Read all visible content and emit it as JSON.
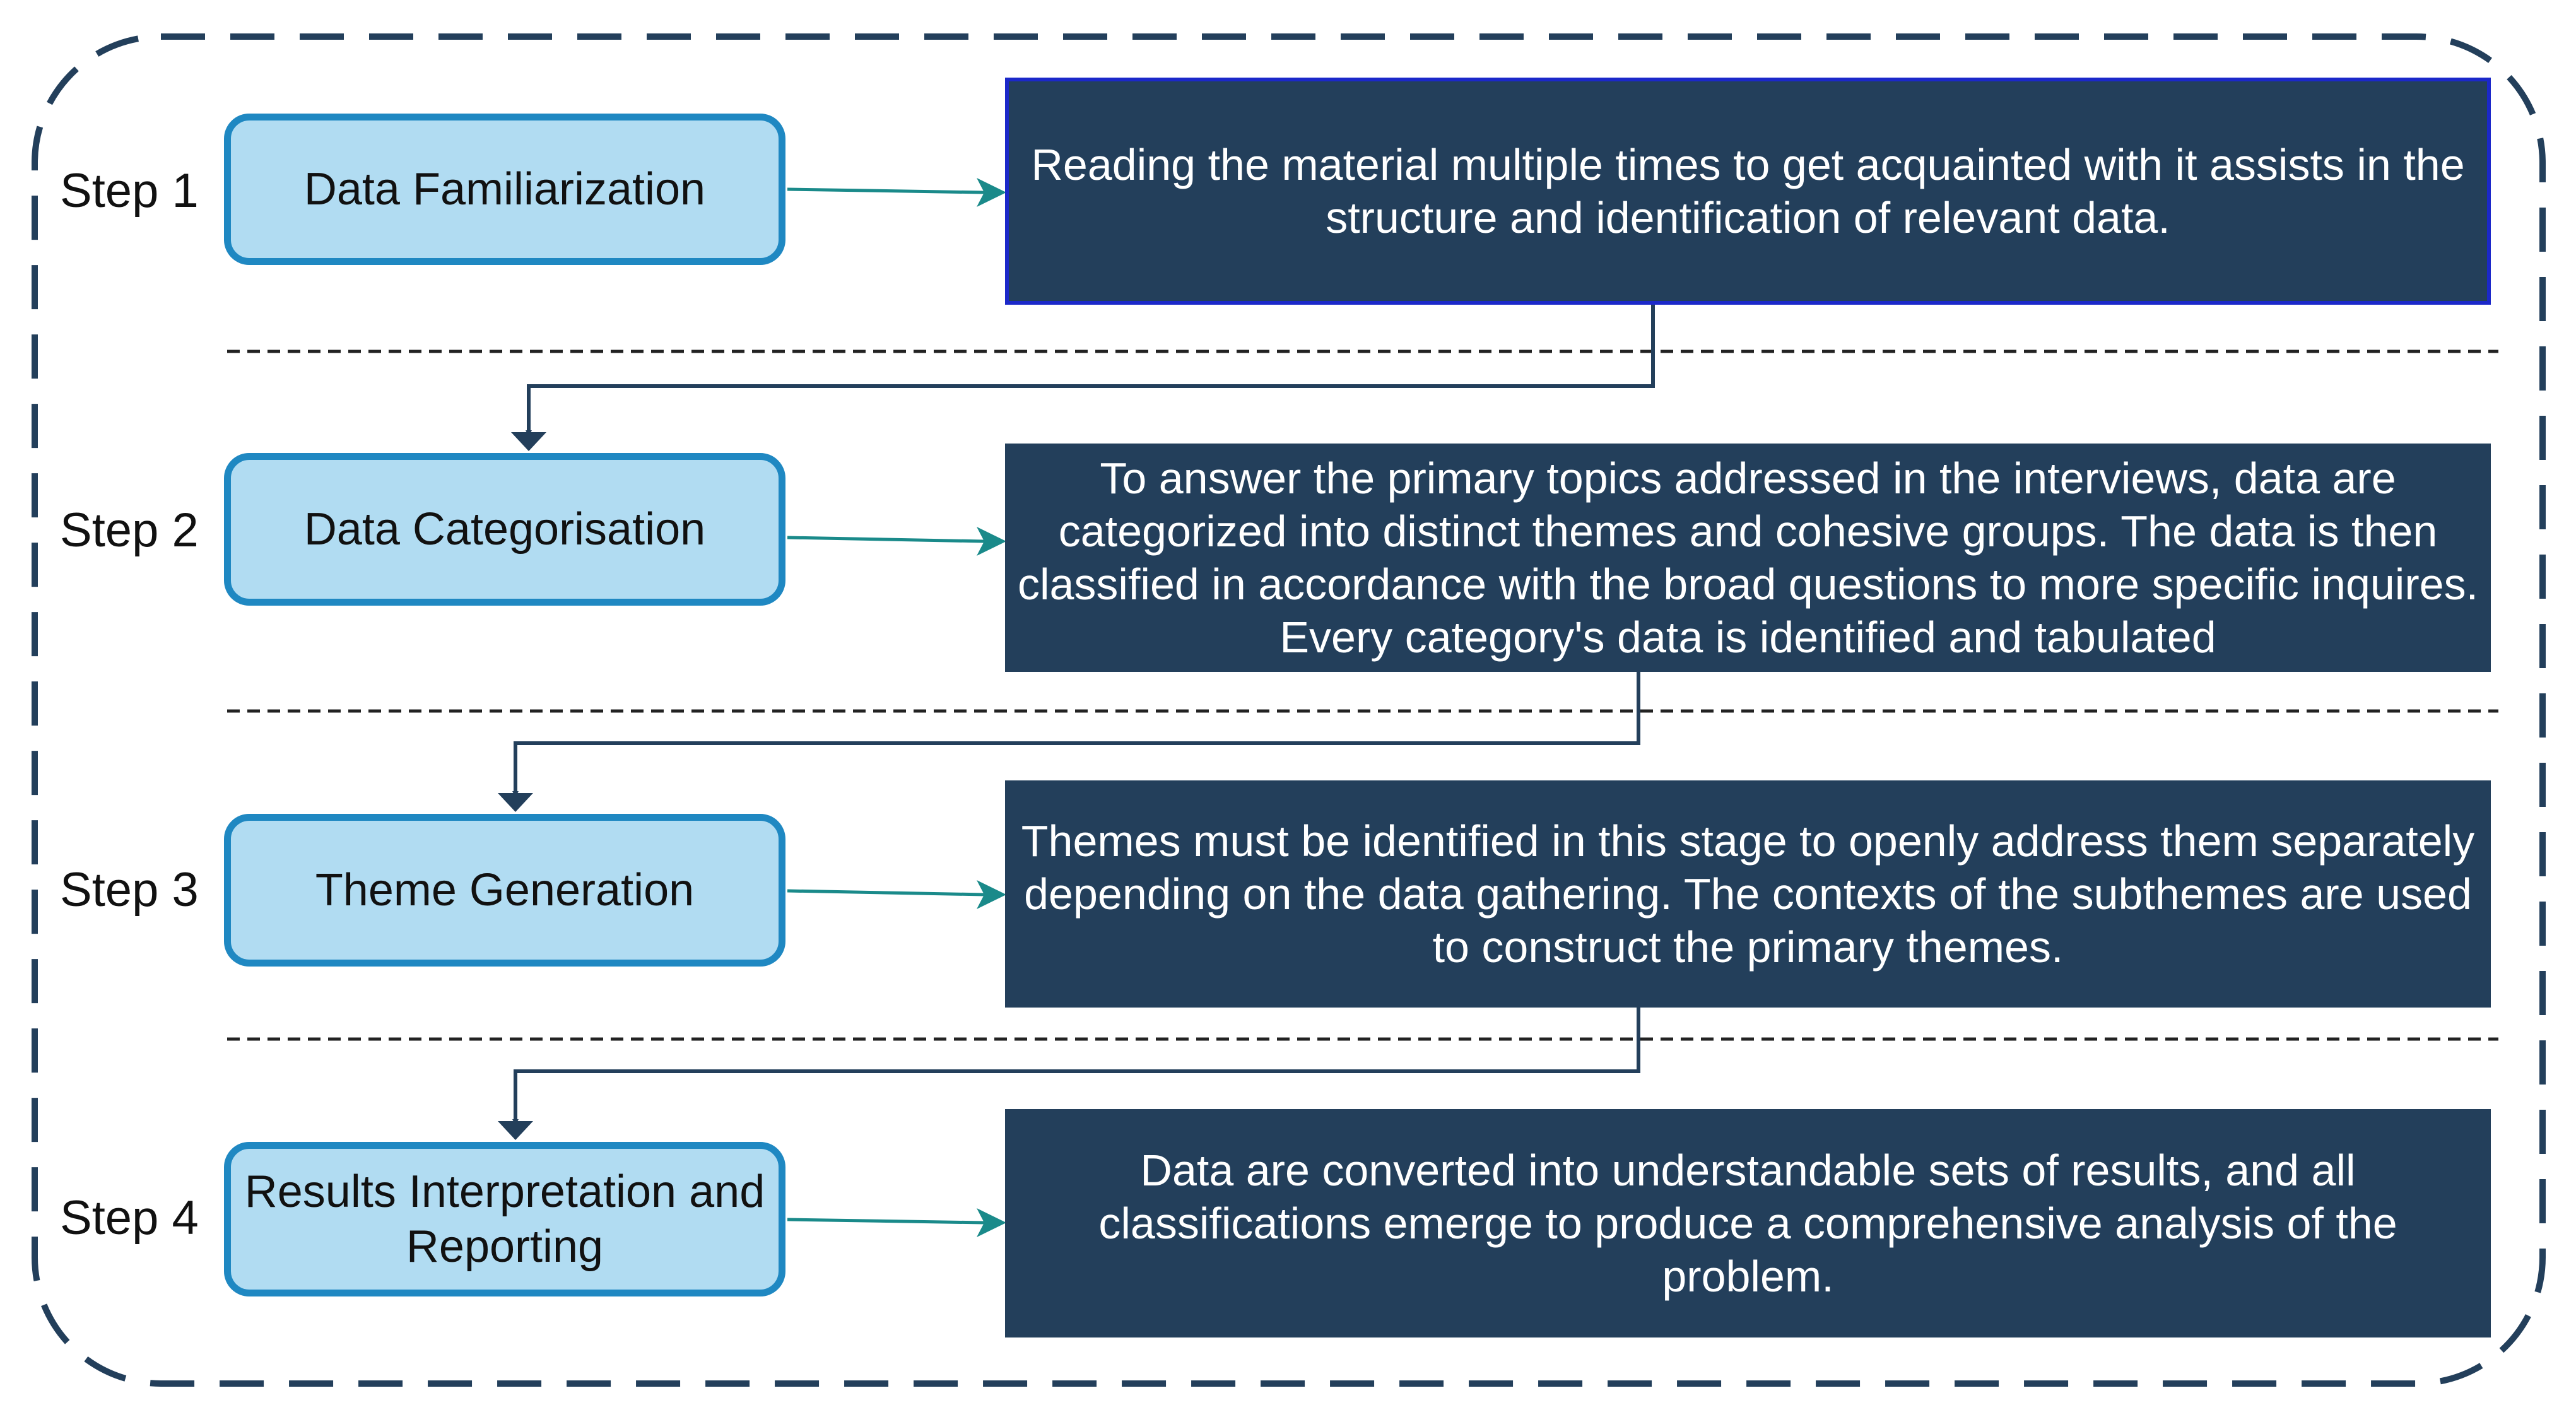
{
  "steps": [
    {
      "label": "Step 1",
      "title": "Data Familiarization",
      "description": "Reading the material multiple times to get acquainted with it assists in the structure and identification of relevant data."
    },
    {
      "label": "Step 2",
      "title": "Data Categorisation",
      "description": "To answer the primary topics addressed in the interviews, data are categorized into distinct themes and cohesive groups. The data is then classified in accordance with the broad questions to more specific inquires. Every category's data is identified and tabulated"
    },
    {
      "label": "Step 3",
      "title": "Theme Generation",
      "description": "Themes must be identified in this stage to openly address them separately depending on the data gathering. The contexts of the subthemes are used to construct the primary themes."
    },
    {
      "label": "Step 4",
      "title": "Results Interpretation and Reporting",
      "description": "Data are converted into understandable sets of results, and all classifications emerge to produce a comprehensive analysis of the problem."
    }
  ],
  "colors": {
    "step_fill": "#b1dcf2",
    "step_border": "#1f88c2",
    "desc_fill": "#233f5b",
    "desc_border_first": "#1b28c9",
    "arrow_teal": "#1a8a8a",
    "connector_dark": "#233f5b",
    "frame_dash": "#233f5b",
    "separator": "#222222"
  }
}
